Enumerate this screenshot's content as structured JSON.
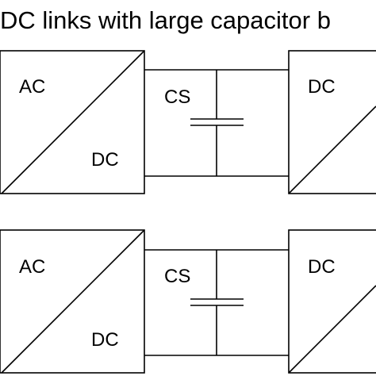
{
  "title": "DC links with large capacitor b",
  "rows": [
    {
      "left_block": {
        "top_label": "AC",
        "bottom_label": "DC"
      },
      "link_label": "CS",
      "right_block": {
        "top_label": "DC"
      }
    },
    {
      "left_block": {
        "top_label": "AC",
        "bottom_label": "DC"
      },
      "link_label": "CS",
      "right_block": {
        "top_label": "DC"
      }
    }
  ]
}
